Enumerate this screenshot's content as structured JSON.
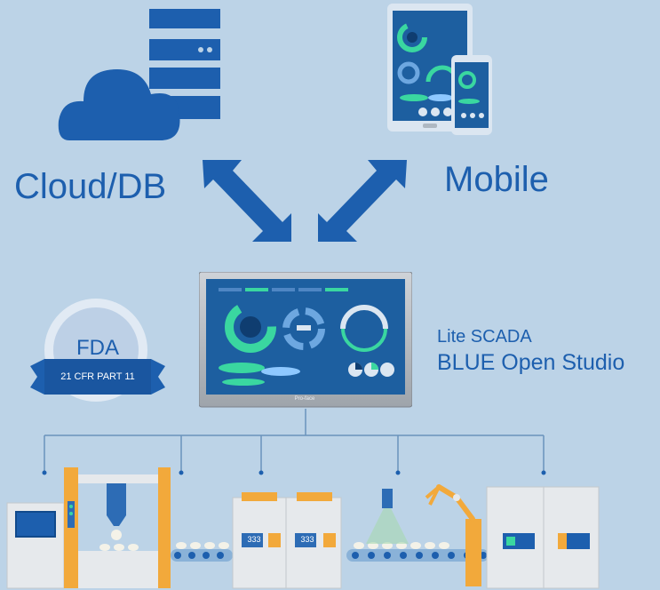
{
  "labels": {
    "cloud": "Cloud/DB",
    "mobile": "Mobile",
    "lite_scada": "Lite SCADA",
    "blue_open_studio": "BLUE Open Studio"
  },
  "fda_badge": {
    "title": "FDA",
    "ribbon": "21 CFR PART 11"
  },
  "machine_displays": [
    "333",
    "333"
  ],
  "panel_brand": "Pro-face",
  "colors": {
    "background": "#bcd3e7",
    "primary_blue": "#1d5fae",
    "dark_blue": "#0f4f96",
    "screen_bg": "#1d5fa0",
    "accent_green": "#3ad7a0",
    "machine_orange": "#f2a93b"
  }
}
